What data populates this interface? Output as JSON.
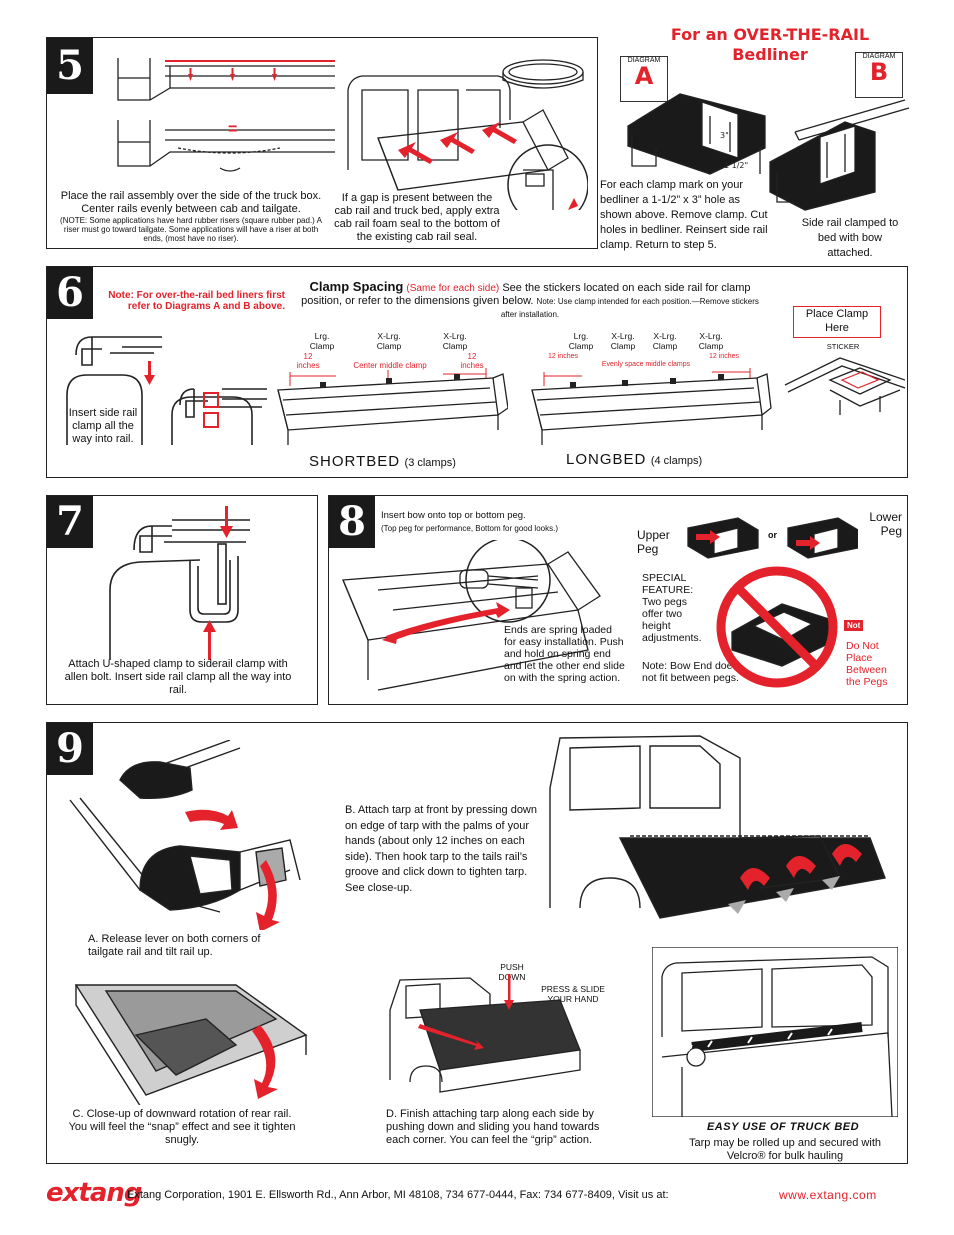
{
  "overrail_title": "For an OVER-THE-RAIL Bedliner",
  "step5": {
    "number": "5",
    "equals": "=",
    "caption_main": "Place the rail assembly over the side of the truck box. Center rails evenly between cab and tailgate.",
    "caption_note": "(NOTE: Some applications have hard rubber risers (square rubber pad.) A riser must go toward tailgate. Some applications will have a riser at both ends, (most have no riser).",
    "gap_text": "If a gap is present between the cab rail and truck bed, apply extra cab rail foam seal to the bottom of the existing cab rail seal."
  },
  "diagram_a": {
    "tag": "DIAGRAM",
    "letter": "A",
    "text": "For each clamp mark on your bedliner a 1-1/2” x 3” hole as shown above. Remove clamp. Cut holes in bedliner. Reinsert side rail clamp. Return to step 5."
  },
  "diagram_b": {
    "tag": "DIAGRAM",
    "letter": "B",
    "text": "Side rail clamped to bed with bow attached."
  },
  "step6": {
    "number": "6",
    "note": "Note: For over-the-rail bed liners first refer to Diagrams A and B above.",
    "insert_text": "Insert side rail clamp all the way into rail.",
    "spacing_title": "Clamp Spacing",
    "spacing_paren": "(Same for each side)",
    "spacing_text": "See the stickers located on each side rail for clamp position, or refer to the dimensions given below.",
    "spacing_small": "Note: Use clamp intended for each position.—Remove stickers after installation.",
    "short": {
      "labels": [
        "Lrg. Clamp",
        "X-Lrg. Clamp",
        "X-Lrg. Clamp"
      ],
      "m1": "12 inches",
      "mid": "Center middle clamp",
      "m2": "12 inches",
      "name": "SHORTBED",
      "count": "(3 clamps)"
    },
    "long": {
      "labels": [
        "Lrg. Clamp",
        "X-Lrg. Clamp",
        "X-Lrg. Clamp",
        "X-Lrg. Clamp"
      ],
      "m1": "12 inches",
      "mid": "Evenly space middle clamps",
      "m2": "12 inches",
      "name": "LONGBED",
      "count": "(4 clamps)"
    },
    "sticker_box": "Place Clamp Here",
    "sticker_label": "STICKER"
  },
  "step7": {
    "number": "7",
    "text": "Attach U-shaped clamp to siderail clamp with allen bolt. Insert side rail clamp all the way into rail."
  },
  "step8": {
    "number": "8",
    "insert": "Insert bow onto top or bottom peg.",
    "insert_small": "(Top peg for performance, Bottom for good looks.)",
    "ends": "Ends are spring loaded for easy installation. Push and hold on spring end and let the other end slide on with the spring action.",
    "upper": "Upper Peg",
    "or": "or",
    "lower": "Lower Peg",
    "special": "SPECIAL FEATURE: Two pegs offer two height adjustments.",
    "note": "Note: Bow End does not fit between pegs.",
    "not_tag": "Not",
    "not_text": "Do Not Place Between the Pegs"
  },
  "step9": {
    "number": "9",
    "a": "A. Release lever on both corners of tailgate rail and tilt rail up.",
    "b": "B. Attach tarp at front by pressing down on edge of tarp with the palms of your hands (about only 12 inches on each side). Then hook tarp to the tails rail’s groove and click down to tighten tarp. See close-up.",
    "c": "C. Close-up of downward rotation of rear rail. You will feel the “snap” effect and see it tighten snugly.",
    "push": "PUSH DOWN",
    "press": "PRESS & SLIDE YOUR HAND",
    "d": "D. Finish attaching tarp along each side by pushing down and sliding you hand towards each corner. You can feel the “grip” action.",
    "easy_title": "EASY USE OF TRUCK BED",
    "easy_text": "Tarp may be rolled up and secured with Velcro® for bulk hauling"
  },
  "footer": {
    "logo": "extang",
    "address": "Extang Corporation, 1901 E. Ellsworth Rd., Ann Arbor, MI 48108, 734 677-0444, Fax: 734 677-8409, Visit us at:",
    "url": "www.extang.com"
  },
  "colors": {
    "accent": "#e3222b",
    "ink": "#1a1a1a"
  }
}
